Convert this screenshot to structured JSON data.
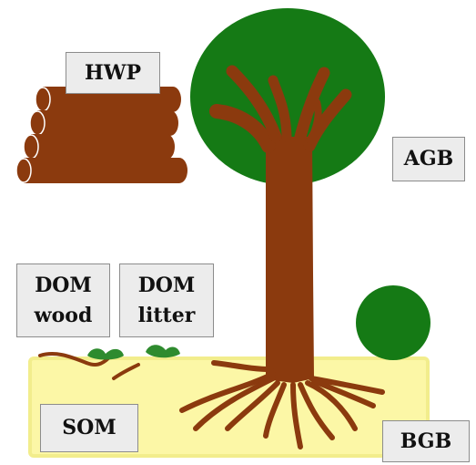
{
  "labels": {
    "hwp": "HWP",
    "agb": "AGB",
    "dom_wood": [
      "DOM",
      "wood"
    ],
    "dom_litter": [
      "DOM",
      "litter"
    ],
    "som": "SOM",
    "bgb": "BGB"
  },
  "colors": {
    "canopy": "#157a15",
    "wood": "#8b3a0e",
    "soil": "#fcf7a6",
    "soil_edge": "#f2ed8c",
    "litter": "#2e8b2e",
    "label_bg": "#ececec",
    "label_border": "#8c8c8c"
  }
}
